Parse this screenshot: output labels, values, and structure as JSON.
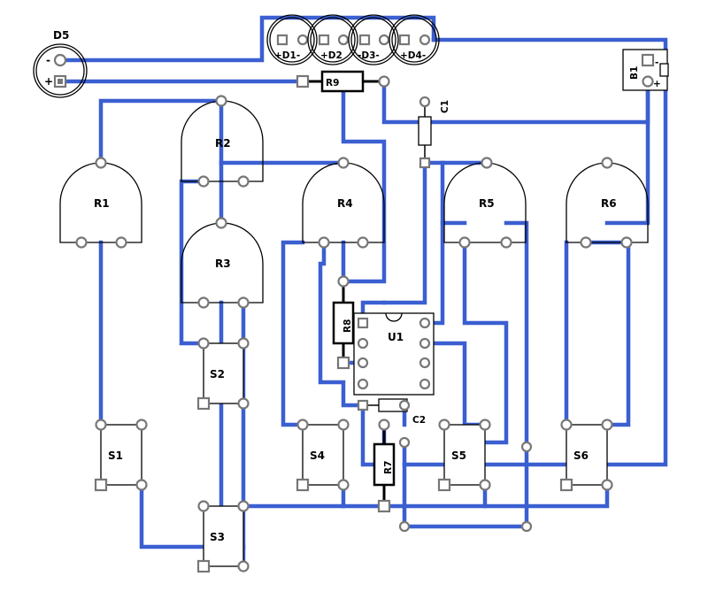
{
  "board": {
    "trace_color": "#3b5fd1",
    "pad_color": "#777777"
  },
  "labels": {
    "d5": "D5",
    "d5_minus": "-",
    "d5_plus": "+",
    "d1": "+D1-",
    "d2": "+D2",
    "d3": "-D3-",
    "d4": "+D4-",
    "r1": "R1",
    "r2": "R2",
    "r3": "R3",
    "r4": "R4",
    "r5": "R5",
    "r6": "R6",
    "r7": "R7",
    "r8": "R8",
    "r9": "R9",
    "c1": "C1",
    "c2": "C2",
    "u1": "U1",
    "b1": "B1",
    "b1_minus": "-",
    "b1_plus": "+",
    "s1": "S1",
    "s2": "S2",
    "s3": "S3",
    "s4": "S4",
    "s5": "S5",
    "s6": "S6"
  }
}
